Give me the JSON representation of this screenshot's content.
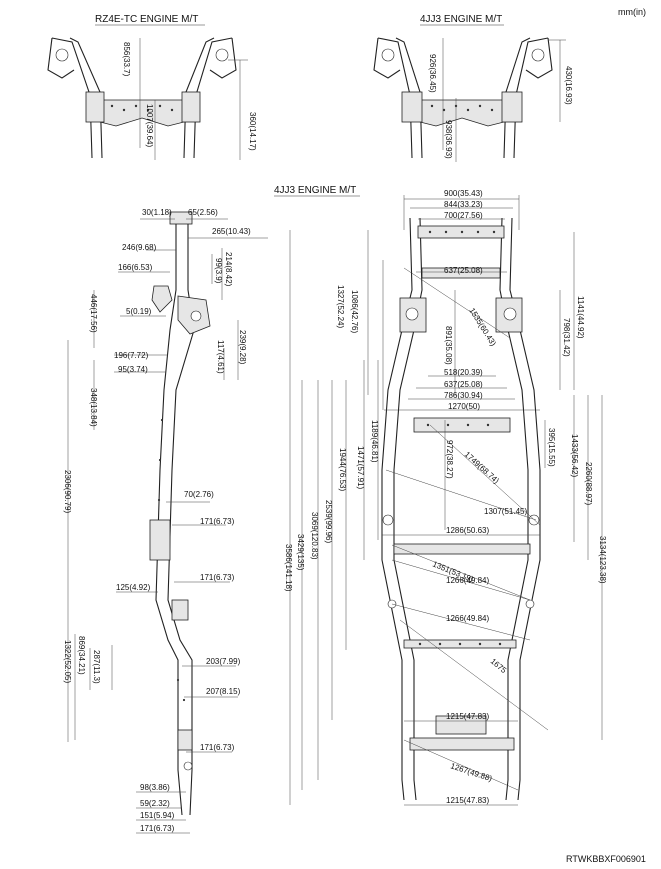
{
  "unit_label": "mm(in)",
  "image_code": "RTWKBBXF006901",
  "views": {
    "rz4e_title": "RZ4E-TC ENGINE M/T",
    "jj3_top_title": "4JJ3 ENGINE M/T",
    "jj3_main_title": "4JJ3 ENGINE M/T"
  },
  "rz4e_dims": [
    "856(33.7)",
    "1007(39.64)",
    "360(14.17)"
  ],
  "jj3_top_dims": [
    "926(36.45)",
    "938(36.93)",
    "430(16.93)"
  ],
  "side_dims": {
    "top": [
      "30(1.18)",
      "65(2.56)",
      "265(10.43)",
      "246(9.68)",
      "166(6.53)",
      "5(0.19)",
      "196(7.72)",
      "95(3.74)",
      "70(2.76)",
      "171(6.73)",
      "171(6.73)",
      "125(4.92)",
      "203(7.99)",
      "207(8.15)",
      "171(6.73)",
      "98(3.86)",
      "59(2.32)",
      "151(5.94)",
      "171(6.73)"
    ],
    "vertical": [
      "99(3.9)",
      "214(8.42)",
      "239(9.28)",
      "117(4.61)",
      "446(17.56)",
      "348(13.84)",
      "2306(90.79)",
      "287(11.3)",
      "869(34.21)",
      "1322(52.05)"
    ]
  },
  "plan_dims": {
    "widths": [
      "900(35.43)",
      "844(33.23)",
      "700(27.56)",
      "637(25.08)",
      "518(20.39)",
      "637(25.08)",
      "786(30.94)",
      "1270(50)",
      "1286(50.63)",
      "1215(47.83)",
      "1215(47.83)"
    ],
    "diagonals": [
      "1535(60.43)",
      "1749(68.74)",
      "1307(51.45)",
      "1351(53.19)",
      "1266(49.84)",
      "1266(49.84)",
      "1675",
      "1267(49.88)"
    ],
    "left_verticals": [
      "1327(52.24)",
      "1086(42.76)",
      "891(35.08)",
      "1189(46.81)",
      "1471(57.91)",
      "972(38.27)",
      "1944(76.53)",
      "2539(99.96)",
      "3069(120.83)",
      "3429(135)",
      "3586(141.18)"
    ],
    "right_verticals": [
      "1141(44.92)",
      "798(31.42)",
      "395(15.55)",
      "1433(56.42)",
      "2260(88.97)",
      "3134(123.38)"
    ]
  }
}
